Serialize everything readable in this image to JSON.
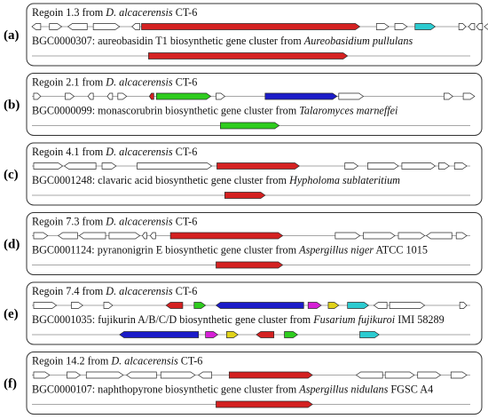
{
  "panels": [
    {
      "letter": "(a)",
      "region_prefix": "Regoin 1.3 from ",
      "region_species": "D. alcacerensis",
      "region_suffix": " CT-6",
      "bgc_prefix": "BGC0000307: aureobasidin T1 biosynthetic gene cluster from ",
      "bgc_species": "Aureobasidium pullulans",
      "bgc_suffix": "",
      "top_genes": [
        {
          "s": 0,
          "e": 10,
          "dir": -1,
          "c": "white"
        },
        {
          "s": 20,
          "e": 34,
          "dir": 1,
          "c": "white"
        },
        {
          "s": 41,
          "e": 63,
          "dir": -1,
          "c": "white"
        },
        {
          "s": 70,
          "e": 100,
          "dir": 1,
          "c": "white"
        },
        {
          "s": 114,
          "e": 123,
          "dir": -1,
          "c": "white"
        },
        {
          "s": 125,
          "e": 374,
          "dir": 1,
          "c": "red"
        },
        {
          "s": 393,
          "e": 407,
          "dir": 1,
          "c": "white"
        },
        {
          "s": 414,
          "e": 428,
          "dir": 1,
          "c": "white"
        },
        {
          "s": 437,
          "e": 460,
          "dir": 1,
          "c": "cyan"
        },
        {
          "s": 487,
          "e": 495,
          "dir": 1,
          "c": "white"
        },
        {
          "s": 498,
          "e": 505,
          "dir": -1,
          "c": "white"
        },
        {
          "s": 507,
          "e": 514,
          "dir": -1,
          "c": "white"
        },
        {
          "s": 516,
          "e": 526,
          "dir": -1,
          "c": "white"
        }
      ],
      "bottom_genes": [
        {
          "s": 133,
          "e": 360,
          "dir": 1,
          "c": "red"
        }
      ]
    },
    {
      "letter": "(b)",
      "region_prefix": "Regoin 2.1 from ",
      "region_species": "D. alcacerensis",
      "region_suffix": " CT-6",
      "bgc_prefix": "BGC0000099: monascorubrin biosynthetic gene cluster from ",
      "bgc_species": "Talaromyces marneffei",
      "bgc_suffix": "",
      "top_genes": [
        {
          "s": 2,
          "e": 10,
          "dir": 1,
          "c": "white"
        },
        {
          "s": 38,
          "e": 48,
          "dir": 1,
          "c": "white"
        },
        {
          "s": 64,
          "e": 70,
          "dir": -1,
          "c": "white"
        },
        {
          "s": 86,
          "e": 92,
          "dir": -1,
          "c": "white"
        },
        {
          "s": 98,
          "e": 108,
          "dir": 1,
          "c": "white"
        },
        {
          "s": 134,
          "e": 139,
          "dir": -1,
          "c": "red"
        },
        {
          "s": 142,
          "e": 204,
          "dir": 1,
          "c": "green"
        },
        {
          "s": 210,
          "e": 220,
          "dir": 1,
          "c": "white"
        },
        {
          "s": 266,
          "e": 348,
          "dir": 1,
          "c": "blue"
        },
        {
          "s": 350,
          "e": 378,
          "dir": 1,
          "c": "white"
        },
        {
          "s": 470,
          "e": 480,
          "dir": 1,
          "c": "white"
        },
        {
          "s": 492,
          "e": 505,
          "dir": 1,
          "c": "white"
        }
      ],
      "bottom_genes": [
        {
          "s": 215,
          "e": 282,
          "dir": 1,
          "c": "green"
        }
      ]
    },
    {
      "letter": "(c)",
      "region_prefix": "Regoin 4.1 from ",
      "region_species": "D. alcacerensis",
      "region_suffix": " CT-6",
      "bgc_prefix": "BGC0001248: clavaric acid biosynthetic gene cluster from ",
      "bgc_species": "Hypholoma sublateritium",
      "bgc_suffix": "",
      "top_genes": [
        {
          "s": 2,
          "e": 35,
          "dir": 1,
          "c": "white"
        },
        {
          "s": 37,
          "e": 73,
          "dir": -1,
          "c": "white"
        },
        {
          "s": 80,
          "e": 96,
          "dir": 1,
          "c": "white"
        },
        {
          "s": 120,
          "e": 205,
          "dir": 1,
          "c": "white"
        },
        {
          "s": 211,
          "e": 305,
          "dir": 1,
          "c": "red"
        },
        {
          "s": 357,
          "e": 372,
          "dir": 1,
          "c": "white"
        },
        {
          "s": 383,
          "e": 418,
          "dir": 1,
          "c": "white"
        },
        {
          "s": 422,
          "e": 460,
          "dir": 1,
          "c": "white"
        },
        {
          "s": 464,
          "e": 476,
          "dir": 1,
          "c": "white"
        },
        {
          "s": 482,
          "e": 496,
          "dir": 1,
          "c": "white"
        }
      ],
      "bottom_genes": [
        {
          "s": 220,
          "e": 266,
          "dir": 1,
          "c": "red"
        }
      ]
    },
    {
      "letter": "(d)",
      "region_prefix": "Regoin 7.3 from ",
      "region_species": "D. alcacerensis",
      "region_suffix": " CT-6",
      "bgc_prefix": "BGC0001124: pyranonigrin E biosynthetic gene cluster from ",
      "bgc_species": "Aspergillus niger",
      "bgc_suffix": " ATCC 1015",
      "top_genes": [
        {
          "s": 2,
          "e": 18,
          "dir": 1,
          "c": "white"
        },
        {
          "s": 30,
          "e": 52,
          "dir": -1,
          "c": "white"
        },
        {
          "s": 54,
          "e": 84,
          "dir": -1,
          "c": "white"
        },
        {
          "s": 88,
          "e": 123,
          "dir": 1,
          "c": "white"
        },
        {
          "s": 126,
          "e": 131,
          "dir": -1,
          "c": "white"
        },
        {
          "s": 135,
          "e": 141,
          "dir": -1,
          "c": "white"
        },
        {
          "s": 158,
          "e": 286,
          "dir": 1,
          "c": "red"
        },
        {
          "s": 346,
          "e": 374,
          "dir": 1,
          "c": "white"
        },
        {
          "s": 378,
          "e": 414,
          "dir": 1,
          "c": "white"
        },
        {
          "s": 418,
          "e": 448,
          "dir": 1,
          "c": "white"
        },
        {
          "s": 450,
          "e": 479,
          "dir": -1,
          "c": "white"
        },
        {
          "s": 484,
          "e": 496,
          "dir": 1,
          "c": "white"
        }
      ],
      "bottom_genes": [
        {
          "s": 210,
          "e": 286,
          "dir": 1,
          "c": "red"
        }
      ]
    },
    {
      "letter": "(e)",
      "region_prefix": "Regoin 7.4 from ",
      "region_species": "D. alcacerensis",
      "region_suffix": " CT-6",
      "bgc_prefix": "BGC0001035: fujikurin A/B/C/D biosynthetic gene cluster from ",
      "bgc_species": "Fusarium fujikuroi",
      "bgc_suffix": " IMI 58289",
      "top_genes": [
        {
          "s": 2,
          "e": 28,
          "dir": 1,
          "c": "white"
        },
        {
          "s": 45,
          "e": 58,
          "dir": 1,
          "c": "white"
        },
        {
          "s": 82,
          "e": 92,
          "dir": 1,
          "c": "white"
        },
        {
          "s": 153,
          "e": 172,
          "dir": -1,
          "c": "red"
        },
        {
          "s": 185,
          "e": 198,
          "dir": 1,
          "c": "green"
        },
        {
          "s": 210,
          "e": 310,
          "dir": -1,
          "c": "blue"
        },
        {
          "s": 315,
          "e": 330,
          "dir": 1,
          "c": "magenta"
        },
        {
          "s": 338,
          "e": 350,
          "dir": 1,
          "c": "yellow"
        },
        {
          "s": 360,
          "e": 384,
          "dir": 1,
          "c": "cyan"
        },
        {
          "s": 390,
          "e": 405,
          "dir": -1,
          "c": "white"
        },
        {
          "s": 408,
          "e": 448,
          "dir": 1,
          "c": "white"
        },
        {
          "s": 488,
          "e": 496,
          "dir": 1,
          "c": "white"
        }
      ],
      "bottom_genes": [
        {
          "s": 100,
          "e": 190,
          "dir": -1,
          "c": "blue"
        },
        {
          "s": 198,
          "e": 212,
          "dir": 1,
          "c": "magenta"
        },
        {
          "s": 222,
          "e": 235,
          "dir": 1,
          "c": "yellow"
        },
        {
          "s": 256,
          "e": 276,
          "dir": -1,
          "c": "red"
        },
        {
          "s": 288,
          "e": 303,
          "dir": 1,
          "c": "green"
        },
        {
          "s": 374,
          "e": 396,
          "dir": 1,
          "c": "cyan"
        }
      ]
    },
    {
      "letter": "(f)",
      "region_prefix": "Regoin 14.2 from ",
      "region_species": "D. alcacerensis",
      "region_suffix": " CT-6",
      "bgc_prefix": "BGC0000107: naphthopyrone biosynthetic gene cluster from ",
      "bgc_species": "Aspergillus nidulans",
      "bgc_suffix": " FGSC A4",
      "top_genes": [
        {
          "s": 2,
          "e": 20,
          "dir": 1,
          "c": "white"
        },
        {
          "s": 40,
          "e": 55,
          "dir": 1,
          "c": "white"
        },
        {
          "s": 62,
          "e": 104,
          "dir": 1,
          "c": "white"
        },
        {
          "s": 108,
          "e": 142,
          "dir": -1,
          "c": "white"
        },
        {
          "s": 147,
          "e": 186,
          "dir": 1,
          "c": "white"
        },
        {
          "s": 190,
          "e": 205,
          "dir": -1,
          "c": "white"
        },
        {
          "s": 225,
          "e": 320,
          "dir": 1,
          "c": "red"
        },
        {
          "s": 370,
          "e": 400,
          "dir": -1,
          "c": "white"
        },
        {
          "s": 403,
          "e": 436,
          "dir": 1,
          "c": "white"
        },
        {
          "s": 440,
          "e": 466,
          "dir": 1,
          "c": "white"
        },
        {
          "s": 478,
          "e": 496,
          "dir": 1,
          "c": "white"
        }
      ],
      "bottom_genes": [
        {
          "s": 210,
          "e": 320,
          "dir": 1,
          "c": "red"
        }
      ]
    }
  ],
  "colors": {
    "white": "#ffffff",
    "red": "#d42121",
    "green": "#2ecc1e",
    "blue": "#1c1cc8",
    "cyan": "#2ccbd0",
    "magenta": "#d620d6",
    "yellow": "#e0d21a",
    "stroke": "#2a2a2a",
    "line": "#8a8a8a",
    "frame": "#333333"
  }
}
